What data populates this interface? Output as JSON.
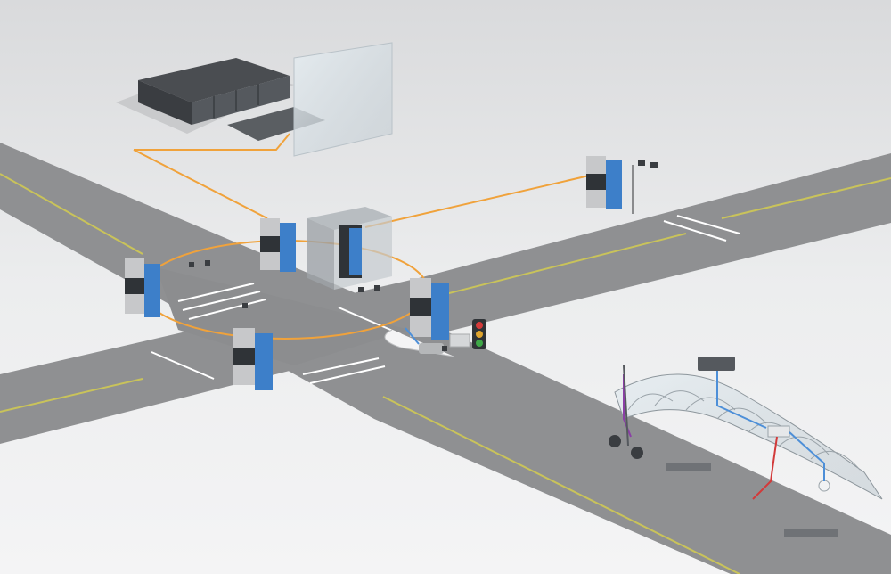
{
  "scene": {
    "kind": "smart-city-industrial-ethernet-network",
    "colors": {
      "background": "#e9eaec",
      "road": "#8f9092",
      "road_edge": "#7a7b7d",
      "lane_yellow": "#c9c35a",
      "crosswalk": "#ffffff",
      "fiber": "#f0a23b",
      "switch_blue": "#3d7fc9",
      "switch_dark": "#2f3337",
      "switch_grey": "#c7c8ca",
      "ethernet_blue": "#4d8fd8",
      "power_red": "#d23a3a",
      "purple_cable": "#8b3fa6",
      "glass": "#d7e0e6"
    },
    "nodes": [
      {
        "id": "data-center",
        "type": "building",
        "icon": "server-building-icon"
      },
      {
        "id": "cabinet-switch",
        "type": "switch",
        "icon": "industrial-switch-icon"
      },
      {
        "id": "switch-north",
        "type": "switch",
        "icon": "industrial-switch-icon"
      },
      {
        "id": "switch-west",
        "type": "switch",
        "icon": "industrial-switch-icon"
      },
      {
        "id": "switch-south",
        "type": "switch",
        "icon": "industrial-switch-icon"
      },
      {
        "id": "switch-east",
        "type": "switch",
        "icon": "industrial-switch-icon"
      },
      {
        "id": "switch-remote",
        "type": "switch",
        "icon": "industrial-switch-icon"
      },
      {
        "id": "traffic-light",
        "type": "signal",
        "icon": "traffic-light-icon"
      },
      {
        "id": "cctv-camera",
        "type": "camera",
        "icon": "camera-icon"
      },
      {
        "id": "bus-shelter",
        "type": "shelter",
        "icon": "bus-shelter-icon"
      }
    ]
  }
}
